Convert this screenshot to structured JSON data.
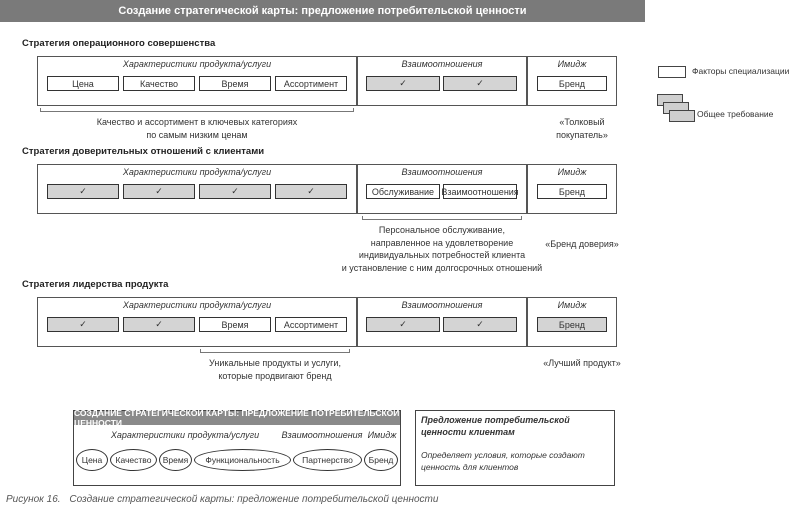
{
  "header": {
    "title": "Создание стратегической карты: предложение потребительской ценности"
  },
  "group_labels": {
    "product": "Характеристики продукта/услуги",
    "relations": "Взаимоотношения",
    "image": "Имидж"
  },
  "check": "✓",
  "strategies": [
    {
      "title": "Стратегия операционного совершенства",
      "product_cells": [
        {
          "label": "Цена",
          "gray": false
        },
        {
          "label": "Качество",
          "gray": false
        },
        {
          "label": "Время",
          "gray": false
        },
        {
          "label": "Ассортимент",
          "gray": false
        }
      ],
      "relations_cells": [
        {
          "label": "✓",
          "gray": true
        },
        {
          "label": "✓",
          "gray": true
        }
      ],
      "image_cell": {
        "label": "Бренд",
        "gray": false
      },
      "note_lines": [
        "Качество и ассортимент в ключевых категориях",
        "по самым низким ценам"
      ],
      "image_note_lines": [
        "«Толковый",
        "покупатель»"
      ]
    },
    {
      "title": "Стратегия доверительных отношений с клиентами",
      "product_cells": [
        {
          "label": "✓",
          "gray": true
        },
        {
          "label": "✓",
          "gray": true
        },
        {
          "label": "✓",
          "gray": true
        },
        {
          "label": "✓",
          "gray": true
        }
      ],
      "relations_cells": [
        {
          "label": "Обслуживание",
          "gray": false
        },
        {
          "label": "Взаимоотношения",
          "gray": false
        }
      ],
      "image_cell": {
        "label": "Бренд",
        "gray": false
      },
      "note_lines": [
        "Персональное обслуживание,",
        "направленное на удовлетворение",
        "индивидуальных потребностей клиента",
        "и установление с ним долгосрочных отношений"
      ],
      "image_note_lines": [
        "«Бренд доверия»"
      ]
    },
    {
      "title": "Стратегия лидерства продукта",
      "product_cells": [
        {
          "label": "✓",
          "gray": true
        },
        {
          "label": "✓",
          "gray": true
        },
        {
          "label": "Время",
          "gray": false
        },
        {
          "label": "Ассортимент",
          "gray": false
        }
      ],
      "relations_cells": [
        {
          "label": "✓",
          "gray": true
        },
        {
          "label": "✓",
          "gray": true
        }
      ],
      "image_cell": {
        "label": "Бренд",
        "gray": true
      },
      "note_lines": [
        "Уникальные продукты и услуги,",
        "которые продвигают бренд"
      ],
      "image_note_lines": [
        "«Лучший продукт»"
      ]
    }
  ],
  "legend": {
    "specialization": "Факторы специализации",
    "general": "Общее требование"
  },
  "summary": {
    "title": "СОЗДАНИЕ СТРАТЕГИЧЕСКОЙ КАРТЫ: ПРЕДЛОЖЕНИЕ ПОТРЕБИТЕЛЬСКОЙ ЦЕННОСТИ",
    "product_label": "Характеристики продукта/услуги",
    "relations_label": "Взаимоотношения",
    "image_label": "Имидж",
    "ovals": [
      "Цена",
      "Качество",
      "Время",
      "Функциональность",
      "Партнерство",
      "Бренд"
    ]
  },
  "definition": {
    "title": "Предложение потребительской ценности клиентам",
    "text": "Определяет условия, которые создают ценность для клиентов"
  },
  "caption": {
    "label": "Рисунок 16.",
    "text": "Создание стратегической карты: предложение потребительской ценности"
  }
}
